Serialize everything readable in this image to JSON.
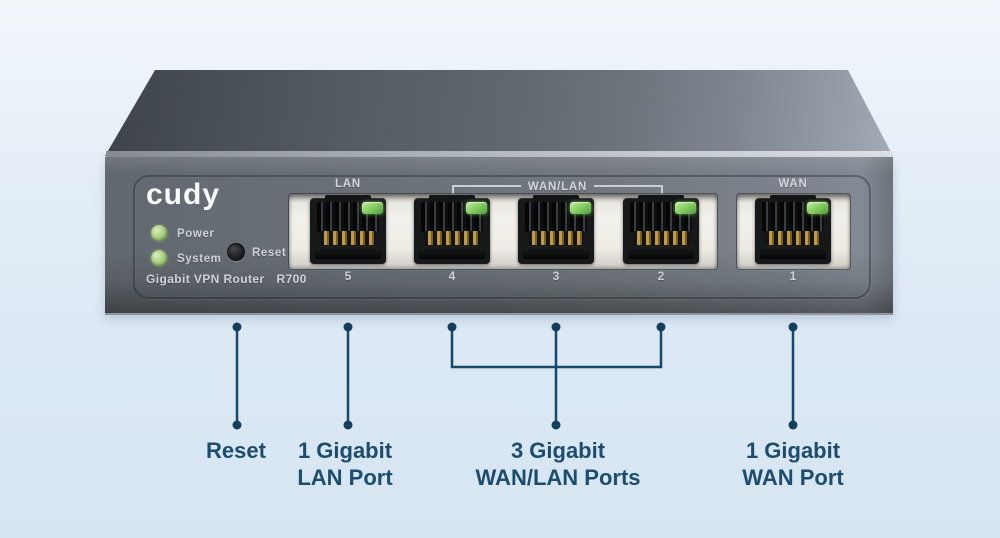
{
  "device": {
    "brand": "cudy",
    "status_leds": [
      {
        "label": "Power"
      },
      {
        "label": "System"
      }
    ],
    "reset_button_label": "Reset",
    "model_line": "Gigabit VPN Router",
    "model_number": "R700",
    "port_group_labels": {
      "lan": "LAN",
      "wanlan": "WAN/LAN",
      "wan": "WAN"
    },
    "port_numbers": [
      "5",
      "4",
      "3",
      "2",
      "1"
    ]
  },
  "callouts": {
    "reset": {
      "label": "Reset"
    },
    "lan": {
      "line1": "1 Gigabit",
      "line2": "LAN Port"
    },
    "wanlan": {
      "line1": "3 Gigabit",
      "line2": "WAN/LAN Ports"
    },
    "wan": {
      "line1": "1 Gigabit",
      "line2": "WAN Port"
    }
  },
  "colors": {
    "background_top": "#f1f6fb",
    "background_bottom": "#d7e5f2",
    "body_dark": "#3e434b",
    "body_light": "#a3abb5",
    "front_face": "#6d737b",
    "port_recess": "#f2f0ea",
    "led_green": "#8cc63f",
    "callout_line": "#16486a",
    "callout_text": "#1b4d70"
  }
}
